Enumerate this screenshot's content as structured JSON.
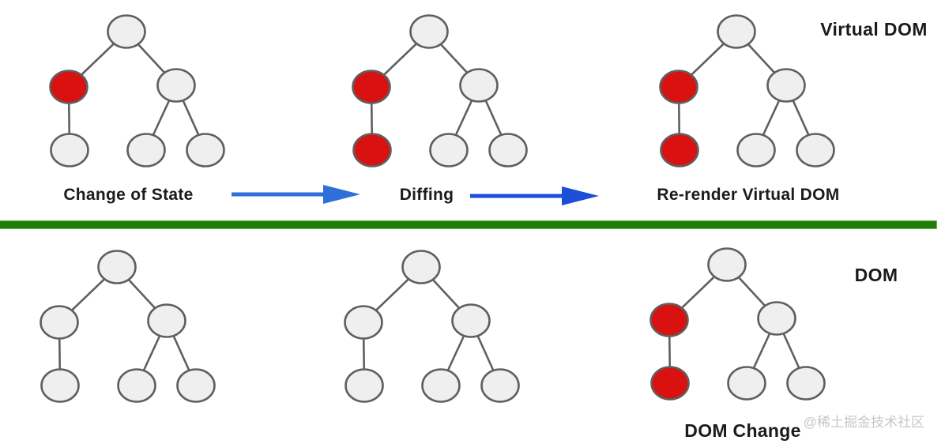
{
  "colors": {
    "node_gray": "#efefef",
    "node_red": "#d91111",
    "node_stroke": "#5f5f5f",
    "edge_line": "#5f5f5f",
    "arrow_blue_light": "#2e6fd8",
    "arrow_blue_dark": "#1b4fd8",
    "divider_green": "#1f7d07",
    "label_text": "#1b1b1b",
    "watermark_gray": "#c6c6c6"
  },
  "top_section": {
    "title": "Virtual DOM",
    "trees": [
      {
        "id": "change-of-state",
        "label": "Change of State",
        "red_nodes": [
          "left"
        ]
      },
      {
        "id": "diffing",
        "label": "Diffing",
        "red_nodes": [
          "left",
          "left_leaf"
        ]
      },
      {
        "id": "re-render-virtual-dom",
        "label": "Re-render Virtual DOM",
        "red_nodes": [
          "left",
          "left_leaf"
        ]
      }
    ],
    "arrows": [
      {
        "icon": "right-arrow-icon",
        "color": "#2e6fd8"
      },
      {
        "icon": "right-arrow-icon",
        "color": "#1b4fd8"
      }
    ]
  },
  "bottom_section": {
    "title": "DOM",
    "trees": [
      {
        "id": "dom-before-1",
        "label": "",
        "red_nodes": []
      },
      {
        "id": "dom-before-2",
        "label": "",
        "red_nodes": []
      },
      {
        "id": "dom-change",
        "label": "DOM Change",
        "red_nodes": [
          "left",
          "left_leaf"
        ]
      }
    ]
  },
  "watermark": "@稀土掘金技术社区"
}
